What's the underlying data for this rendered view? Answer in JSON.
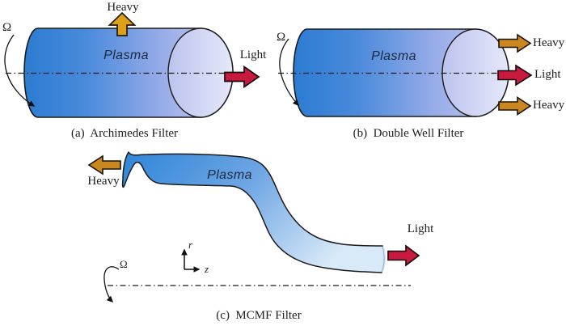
{
  "panel_a": {
    "caption": "(a)  Archimedes Filter",
    "plasma_label": "Plasma",
    "omega_label": "Ω",
    "heavy_label": "Heavy",
    "light_label": "Light"
  },
  "panel_b": {
    "caption": "(b)  Double Well Filter",
    "plasma_label": "Plasma",
    "omega_label": "Ω",
    "heavy_top_label": "Heavy",
    "light_label": "Light",
    "heavy_bottom_label": "Heavy"
  },
  "panel_c": {
    "caption": "(c)  MCMF Filter",
    "plasma_label": "Plasma",
    "omega_label": "Ω",
    "heavy_label": "Heavy",
    "light_label": "Light",
    "axis_r_label": "r",
    "axis_z_label": "z"
  },
  "colors": {
    "plasma_dark_blue": "#2B7CD2",
    "plasma_light_lavender": "#D5D8F4",
    "band_light_blue": "#D8E9F8",
    "heavy_arrow_gold": "#DCA01B",
    "heavy_arrow_brown": "#CA861F",
    "light_arrow_red": "#C9193E",
    "outline_black": "#1B1B1B"
  }
}
